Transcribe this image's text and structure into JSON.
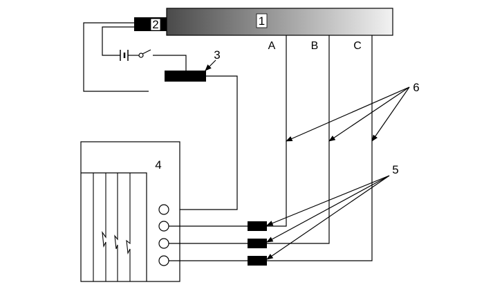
{
  "labels": {
    "bar_number": "1",
    "sensor_number": "2",
    "pickup_number": "3",
    "scope_number": "4",
    "receivers_number": "5",
    "wires_number": "6",
    "wire_a": "A",
    "wire_b": "B",
    "wire_c": "C"
  },
  "colors": {
    "bar_gradient_start": "#4a4a4a",
    "bar_gradient_end": "#f2f2f2",
    "component_fill": "#000000",
    "line": "#000000"
  },
  "icons": {
    "battery": "battery-icon",
    "switch": "switch-icon",
    "connector": "circle-connector-icon"
  }
}
